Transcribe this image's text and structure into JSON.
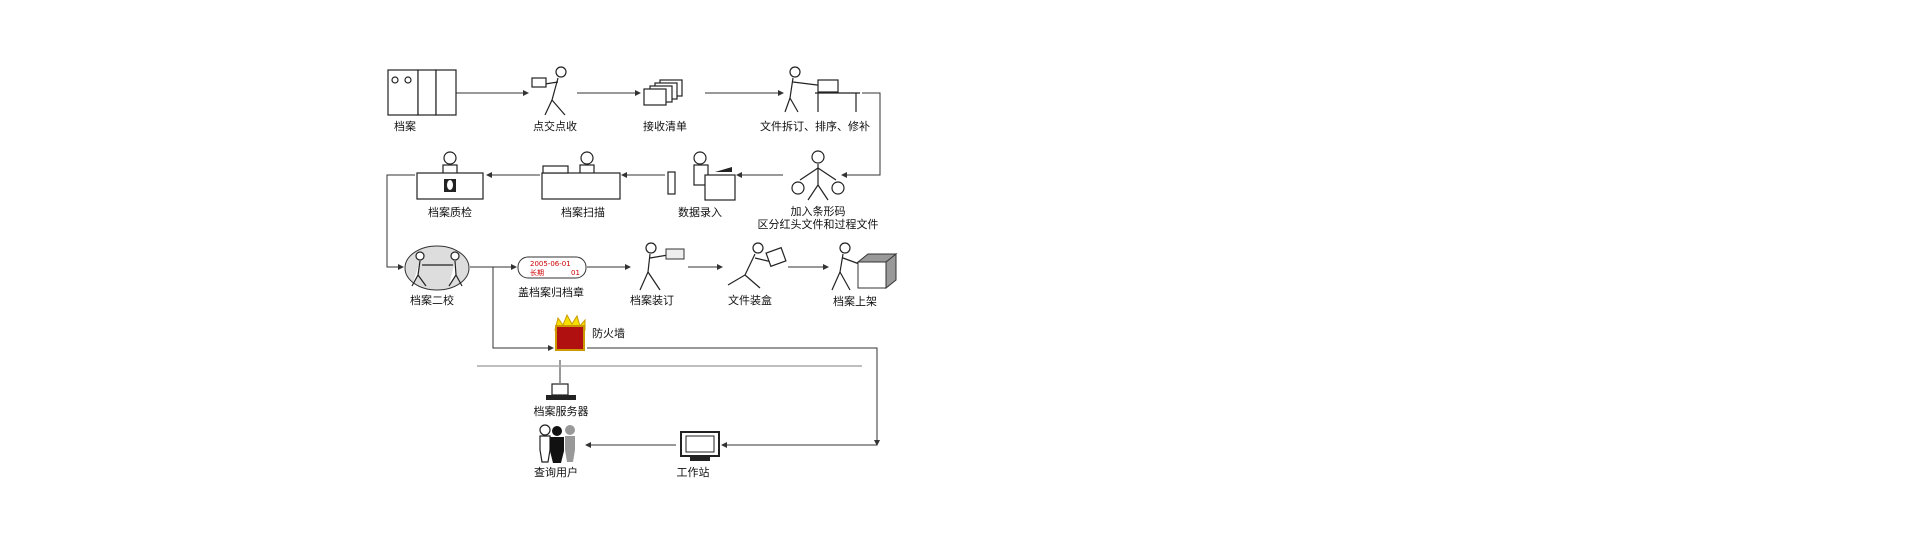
{
  "title": "档案数字化流程",
  "nodes": {
    "archive": "档案",
    "handover": "点交点收",
    "receipt_list": "接收清单",
    "unbind_sort": "文件拆订、排序、修补",
    "barcode_1": "加入条形码",
    "barcode_2": "区分红头文件和过程文件",
    "data_entry": "数据录入",
    "scan": "档案扫描",
    "quality_check": "档案质检",
    "second_check": "档案二校",
    "stamp": "盖档案归档章",
    "stamp_date": "2005-06-01",
    "stamp_term": "长期",
    "stamp_no": "01",
    "binding": "档案装订",
    "boxing": "文件装盒",
    "shelving": "档案上架",
    "firewall": "防火墙",
    "server": "档案服务器",
    "query_users": "查询用户",
    "workstation": "工作站"
  },
  "colors": {
    "stamp_text": "#cc0000",
    "firewall_brick": "#b01010",
    "flame": "#f5e000"
  }
}
